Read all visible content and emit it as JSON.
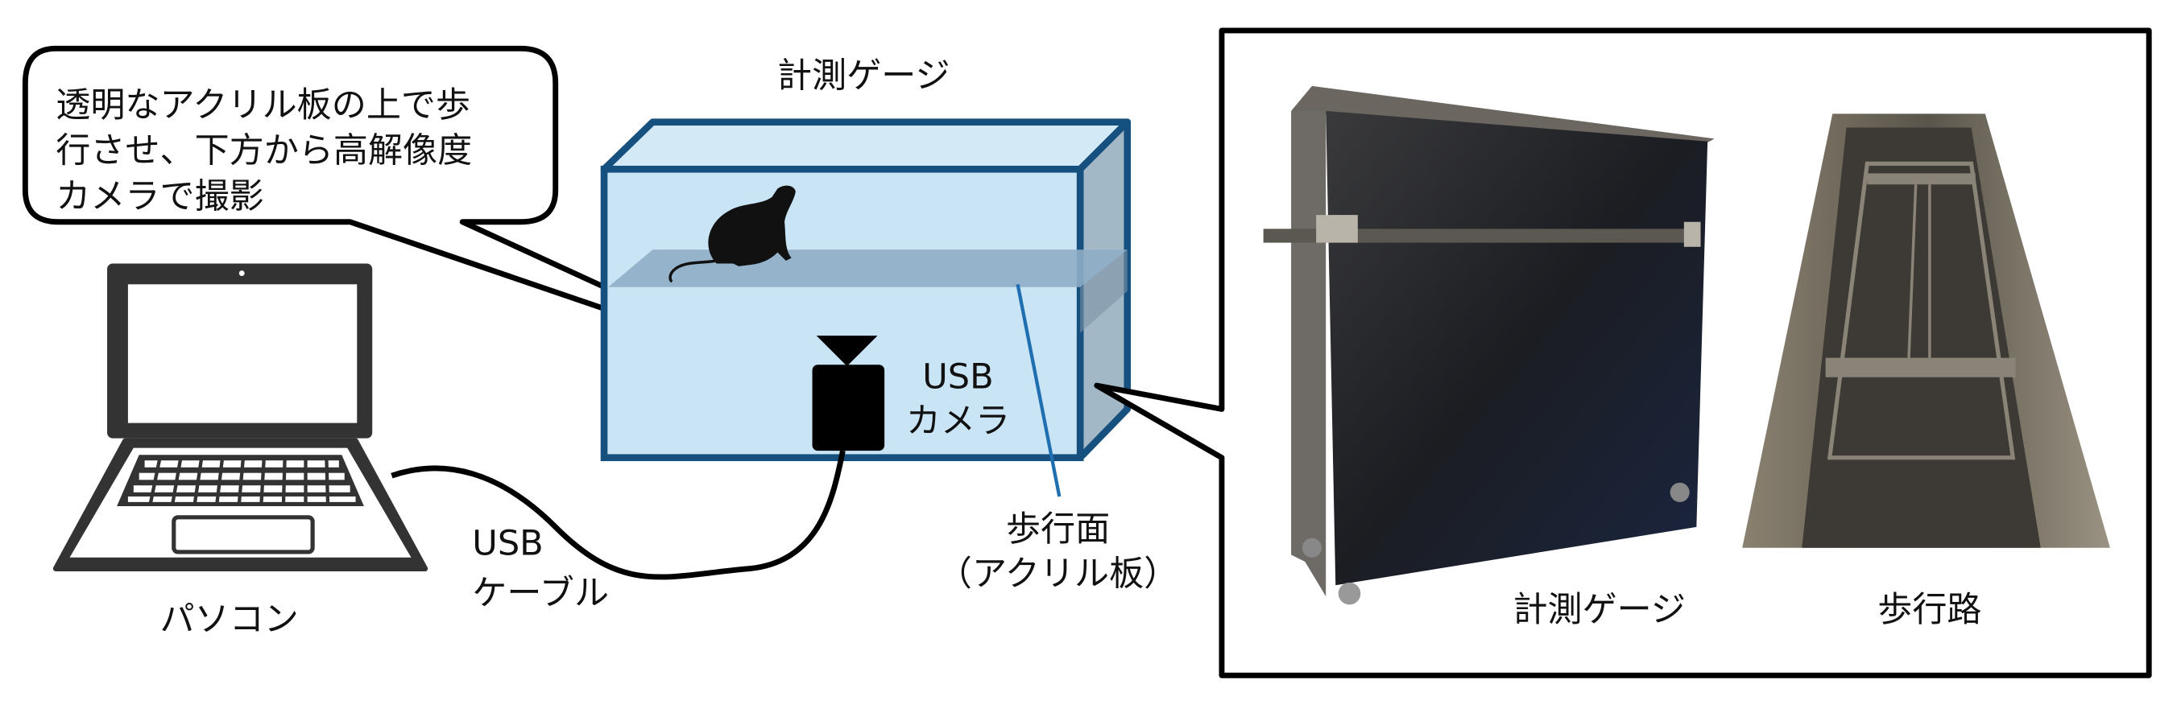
{
  "callout": {
    "lines": [
      "透明なアクリル板の上で歩",
      "行させ、下方から高解像度",
      "カメラで撮影"
    ]
  },
  "gauge_label": "計測ゲージ",
  "camera_label": {
    "line1": "USB",
    "line2": "カメラ"
  },
  "walking_surface_label": {
    "line1": "歩行面",
    "line2": "（アクリル板）"
  },
  "laptop_label": "パソコン",
  "cable_label": {
    "line1": "USB",
    "line2": "ケーブル"
  },
  "photo_panel": {
    "gauge_photo_caption": "計測ゲージ",
    "walkway_photo_caption": "歩行路"
  },
  "colors": {
    "box_stroke": "#15507f",
    "box_fill": "#c9e4f5",
    "box_side": "#a3b8c6",
    "plane": "#8fadc7",
    "pointer_line": "#1f6fb0"
  }
}
